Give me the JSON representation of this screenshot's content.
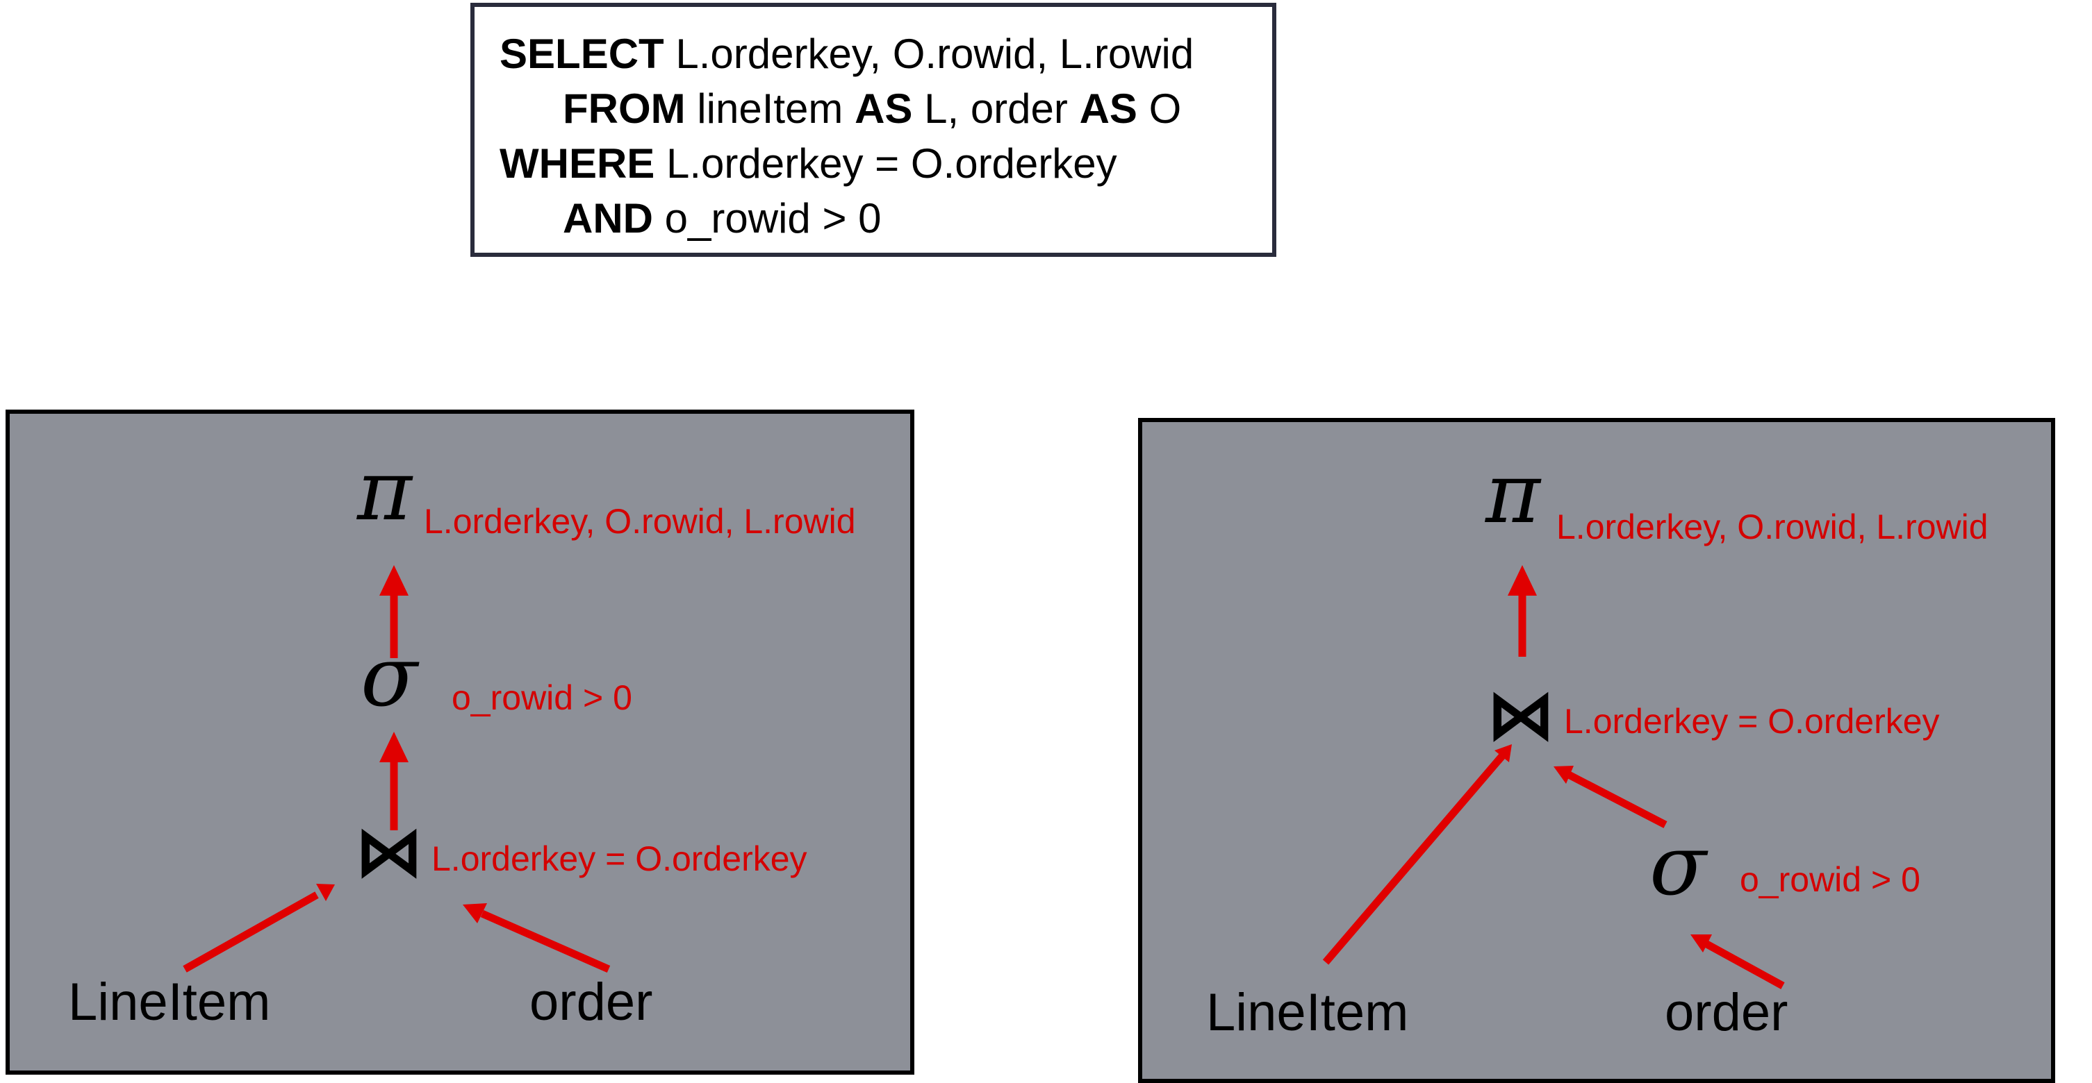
{
  "sql_query": {
    "line1": {
      "kw": "SELECT",
      "rest": " L.orderkey, O.rowid, L.rowid"
    },
    "line2": {
      "kw1": "FROM",
      "mid1": " lineItem ",
      "kw2": "AS",
      "mid2": " L, order ",
      "kw3": "AS",
      "rest": " O"
    },
    "line3": {
      "kw": "WHERE",
      "rest": " L.orderkey = O.orderkey"
    },
    "line4": {
      "kw": "AND",
      "rest": " o_rowid > 0"
    }
  },
  "plan_left": {
    "projection": {
      "symbol": "π",
      "label": "L.orderkey, O.rowid, L.rowid"
    },
    "selection": {
      "symbol": "σ",
      "label": "o_rowid > 0"
    },
    "join": {
      "symbol": "⋈",
      "label": "L.orderkey = O.orderkey"
    },
    "left_table": "LineItem",
    "right_table": "order"
  },
  "plan_right": {
    "projection": {
      "symbol": "π",
      "label": "L.orderkey, O.rowid, L.rowid"
    },
    "join": {
      "symbol": "⋈",
      "label": "L.orderkey = O.orderkey"
    },
    "selection": {
      "symbol": "σ",
      "label": "o_rowid > 0"
    },
    "left_table": "LineItem",
    "right_table": "order"
  },
  "colors": {
    "panel_fill": "#8d9098",
    "arrow": "#e00000",
    "predicate_text": "#d40000",
    "sql_border": "#2a2c3c"
  }
}
